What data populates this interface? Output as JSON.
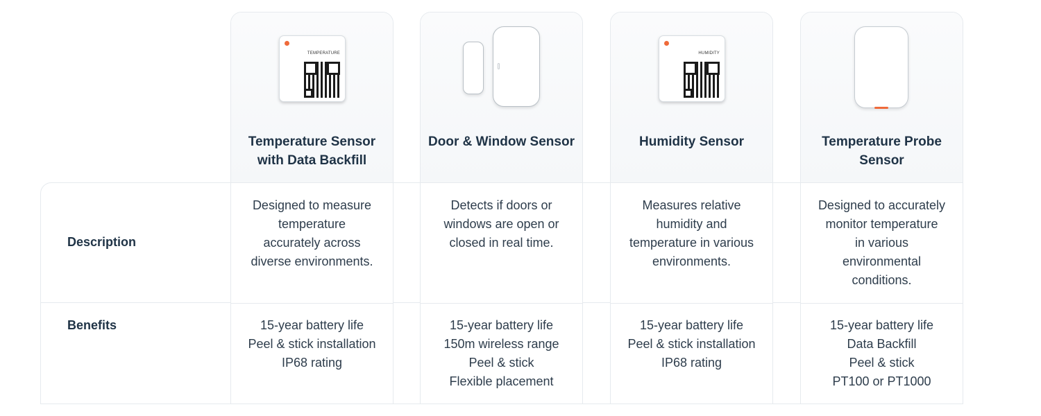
{
  "rows": {
    "description_label": "Description",
    "benefits_label": "Benefits"
  },
  "colors": {
    "accent": "#ef6a3a",
    "border": "#e6eaee",
    "text": "#1f3346"
  },
  "products": [
    {
      "title_lines": [
        "Temperature Sensor",
        "with Data Backfill"
      ],
      "device_label": "TEMPERATURE",
      "icon": "temperature-sensor-icon",
      "description_lines": [
        "Designed to measure",
        "temperature",
        "accurately across",
        "diverse environments."
      ],
      "benefits_lines": [
        "15-year battery life",
        "Peel & stick installation",
        "IP68 rating"
      ]
    },
    {
      "title_lines": [
        "Door & Window",
        "Sensor"
      ],
      "icon": "door-window-sensor-icon",
      "description_lines": [
        "Detects if doors or",
        "windows are open or",
        "closed in real time."
      ],
      "benefits_lines": [
        "15-year battery life",
        "150m wireless range",
        "Peel & stick",
        "Flexible placement"
      ]
    },
    {
      "title_lines": [
        "Humidity",
        "Sensor"
      ],
      "device_label": "HUMIDITY",
      "icon": "humidity-sensor-icon",
      "description_lines": [
        "Measures relative",
        "humidity and",
        "temperature in various",
        "environments."
      ],
      "benefits_lines": [
        "15-year battery life",
        "Peel & stick installation",
        "IP68 rating"
      ]
    },
    {
      "title_lines": [
        "Temperature Probe",
        "Sensor"
      ],
      "icon": "temperature-probe-sensor-icon",
      "description_lines": [
        "Designed to accurately",
        "monitor temperature",
        "in various",
        "environmental",
        "conditions."
      ],
      "benefits_lines": [
        "15-year battery life",
        "Data Backfill",
        "Peel & stick",
        "PT100 or PT1000"
      ]
    }
  ]
}
